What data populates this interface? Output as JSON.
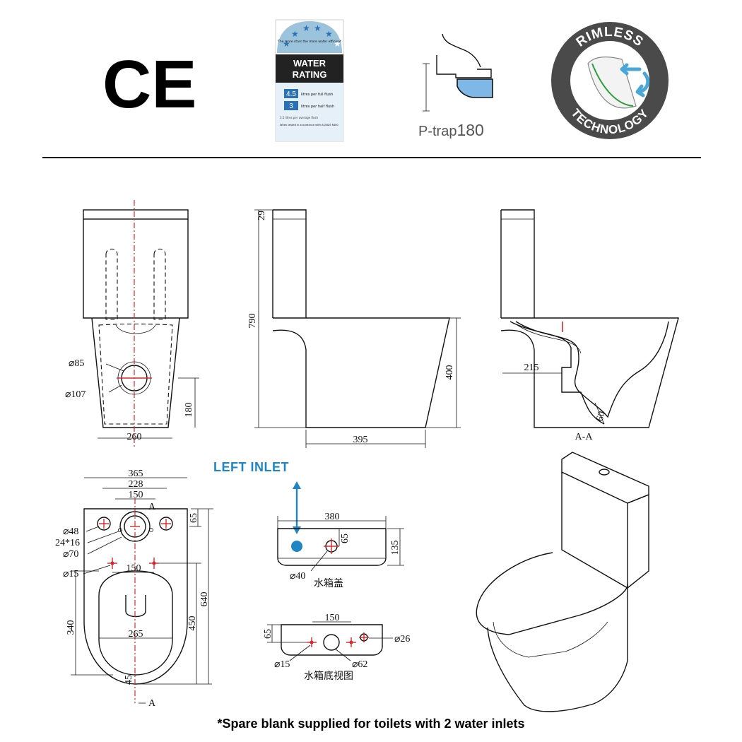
{
  "certifications": {
    "ce": {
      "mark": "CE"
    },
    "water_rating": {
      "star_note": "The more stars the more water efficient",
      "title_line1": "WATER",
      "title_line2": "RATING",
      "full_flush_value": "4.5",
      "full_flush_label": "litres per full flush",
      "half_flush_value": "3",
      "half_flush_label": "litres per half flush",
      "average_note": "3.5 litres per average flush",
      "test_note": "When tested in accordance with AS/NZS 6400"
    },
    "ptrap": {
      "label_prefix": "P-trap",
      "label_value": "180"
    },
    "rimless": {
      "top": "RIMLESS",
      "bottom": "TECHNOLOGY"
    }
  },
  "front_view": {
    "d_outer": "⌀85",
    "d_inner": "⌀107",
    "height": "180",
    "width": "260"
  },
  "side_view": {
    "lid": "29",
    "total_height": "790",
    "pan_height": "400",
    "depth": "395"
  },
  "section_view": {
    "offset": "215",
    "outlet": "60",
    "section_label": "A-A"
  },
  "plan_view": {
    "w_total": "365",
    "w_mid": "228",
    "w_inner": "150",
    "hole_48": "⌀48",
    "slot": "24*16",
    "hole_70": "⌀70",
    "hole_15": "⌀15",
    "fix_spacing": "150",
    "seat_width": "265",
    "depth_65": "65",
    "depth_640": "640",
    "depth_450": "450",
    "depth_340": "340",
    "depth_45": "45",
    "section_mark": "A"
  },
  "left_inlet": {
    "label": "LEFT INLET"
  },
  "tank_lid": {
    "width": "380",
    "height": "135",
    "hole_offset": "65",
    "hole_d": "⌀40",
    "caption": "水箱盖"
  },
  "tank_bottom": {
    "spacing": "150",
    "height": "65",
    "hole_26": "⌀26",
    "hole_15": "⌀15",
    "hole_62": "⌀62",
    "caption": "水箱底视图"
  },
  "footnote": "*Spare blank supplied for toilets with 2 water inlets",
  "colors": {
    "accent_blue": "#1f86c4",
    "red_line": "#d8262c",
    "rating_dark": "#222222",
    "rimless_ring": "#4a4a4a",
    "green_line": "#2e9e3b"
  }
}
